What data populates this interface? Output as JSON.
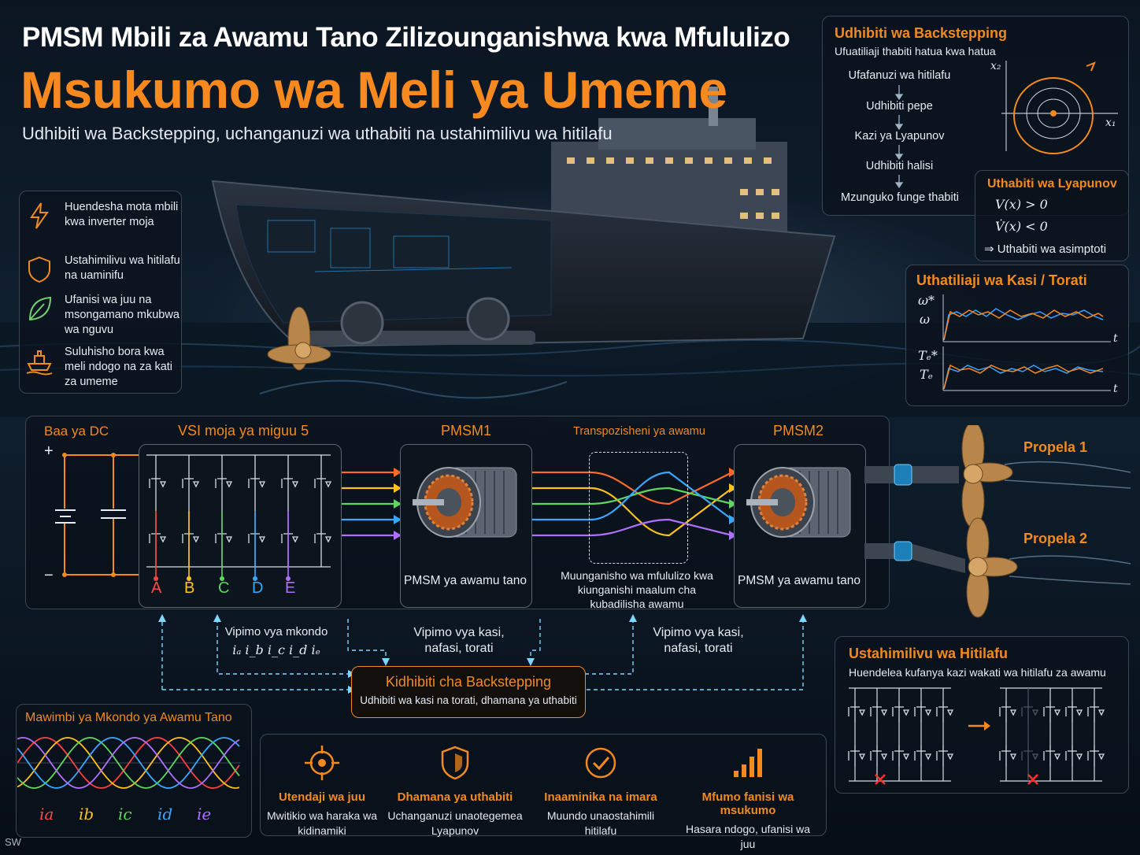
{
  "header": {
    "title": "PMSM Mbili za Awamu Tano Zilizounganishwa kwa Mfululizo",
    "main_title": "Msukumo wa Meli ya Umeme",
    "subtitle": "Udhibiti wa Backstepping, uchanganuzi wa uthabiti na ustahimilivu wa hitilafu"
  },
  "features": [
    {
      "icon": "lightning-icon",
      "text": "Huendesha mota mbili kwa inverter moja"
    },
    {
      "icon": "shield-icon",
      "text": "Ustahimilivu wa hitilafu na uaminifu"
    },
    {
      "icon": "leaf-icon",
      "text": "Ufanisi wa juu na msongamano mkubwa wa nguvu"
    },
    {
      "icon": "ship-icon",
      "text": "Suluhisho bora kwa meli ndogo na za kati za umeme"
    }
  ],
  "backstepping_panel": {
    "title": "Udhibiti wa Backstepping",
    "subtitle": "Ufuatiliaji thabiti hatua kwa hatua",
    "steps": [
      "Ufafanuzi wa hitilafu",
      "Udhibiti pepe",
      "Kazi ya Lyapunov",
      "Udhibiti halisi",
      "Mzunguko funge thabiti"
    ],
    "axis_x": "x₁",
    "axis_y": "x₂"
  },
  "lyapunov_panel": {
    "title": "Uthabiti wa Lyapunov",
    "line1": "V(x) > 0",
    "line2": "V̇(x) < 0",
    "line3": "⇒ Uthabiti wa asimptoti"
  },
  "tracking_panel": {
    "title": "Uthatiliaji wa Kasi / Torati",
    "speed_ref": "ω*",
    "speed": "ω",
    "torque_ref": "Tₑ*",
    "torque": "Tₑ",
    "time": "t"
  },
  "circuit": {
    "dc_bus": "Baa ya DC",
    "plus": "+",
    "minus": "−",
    "vsi": "VSI moja ya miguu 5",
    "phases": [
      "A",
      "B",
      "C",
      "D",
      "E"
    ],
    "pmsm1": "PMSM1",
    "pmsm1_desc": "PMSM ya awamu tano",
    "transposition": "Transpozisheni ya awamu",
    "transposition_desc": "Muunganisho wa mfululizo kwa kiunganishi maalum cha kubadilisha awamu",
    "pmsm2": "PMSM2",
    "pmsm2_desc": "PMSM ya awamu tano",
    "propeller1": "Propela 1",
    "propeller2": "Propela 2"
  },
  "feedback": {
    "current_label": "Vipimo vya mkondo",
    "current_vars": "iₐ i_b i_c i_d iₑ",
    "speed1_label": "Vipimo vya kasi, nafasi, torati",
    "speed2_label": "Vipimo vya kasi, nafasi, torati"
  },
  "controller": {
    "title": "Kidhibiti cha Backstepping",
    "desc": "Udhibiti wa kasi na torati, dhamana ya uthabiti"
  },
  "waveforms": {
    "title": "Mawimbi ya Mkondo ya Awamu Tano",
    "labels": [
      "ia",
      "ib",
      "ic",
      "id",
      "ie"
    ]
  },
  "benefits": [
    {
      "icon": "target-icon",
      "title": "Utendaji wa juu",
      "desc": "Mwitikio wa haraka wa kidinamiki"
    },
    {
      "icon": "shield-check-icon",
      "title": "Dhamana ya uthabiti",
      "desc": "Uchanganuzi unaotegemea Lyapunov"
    },
    {
      "icon": "check-circle-icon",
      "title": "Inaaminika na imara",
      "desc": "Muundo unaostahimili hitilafu"
    },
    {
      "icon": "bar-chart-icon",
      "title": "Mfumo fanisi wa msukumo",
      "desc": "Hasara ndogo, ufanisi wa juu"
    }
  ],
  "fault_panel": {
    "title": "Ustahimilivu wa Hitilafu",
    "desc": "Huendelea kufanya kazi wakati wa hitilafu za awamu"
  },
  "corner": "SW",
  "colors": {
    "accent": "#f28a1e",
    "phase_a": "#ff4040",
    "phase_b": "#ffc21a",
    "phase_c": "#5fd65f",
    "phase_d": "#38a8ff",
    "phase_e": "#b070ff",
    "cyan": "#7fd6ff"
  }
}
